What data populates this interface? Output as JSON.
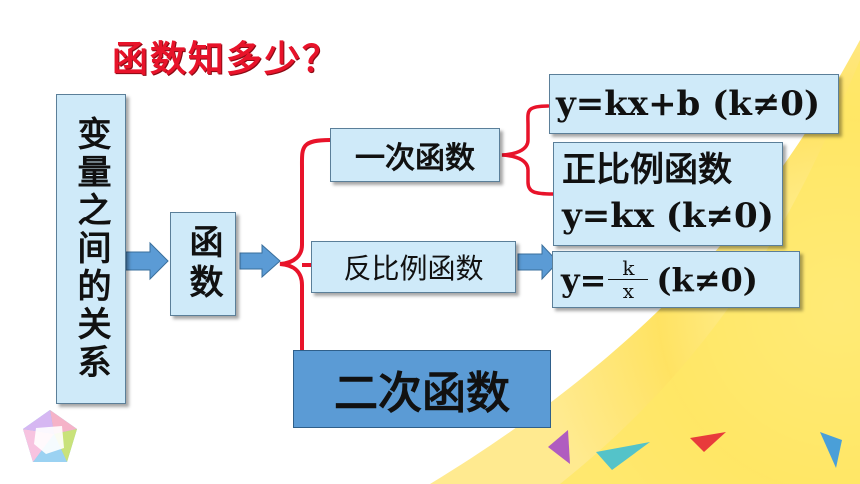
{
  "title": "函数知多少？",
  "root": "变量之间的关系",
  "function_node": "函数",
  "branches": {
    "linear": "一次函数",
    "inverse": "反比例函数",
    "quadratic": "二次函数"
  },
  "formulas": {
    "linear_general": "y=kx+b (k≠0)",
    "proportional_label": "正比例函数",
    "proportional_formula": "y=kx (k≠0)",
    "inverse_lhs": "y=",
    "inverse_num": "k",
    "inverse_den": "x",
    "inverse_cond": "(k≠0)"
  },
  "colors": {
    "box_fill": "#cfeaf9",
    "quad_fill": "#5b9bd5",
    "bracket": "#e8132a",
    "arrow": "#5b9bd5",
    "title": "#e8132a"
  }
}
